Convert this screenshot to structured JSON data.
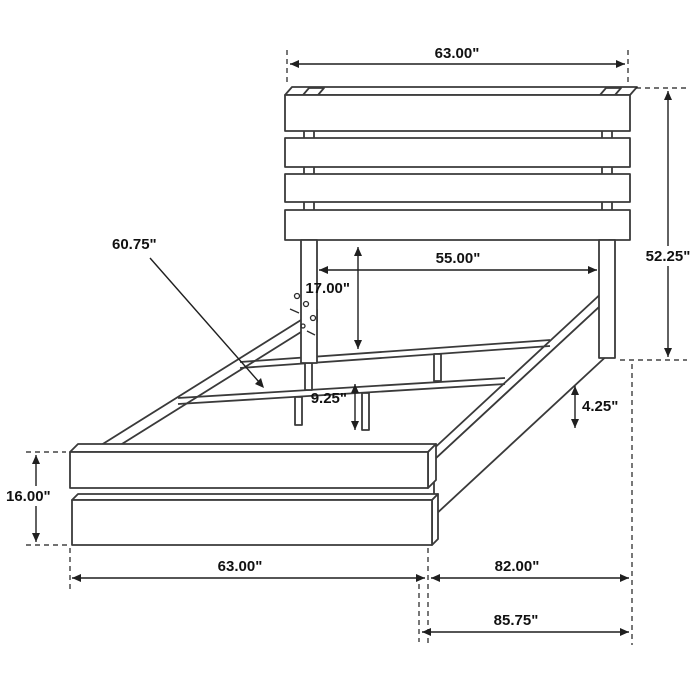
{
  "diagram": {
    "title": "bed-frame-dimension-diagram",
    "colors": {
      "line": "#3a3a3a",
      "dimension": "#1f1f1f",
      "background": "#ffffff"
    },
    "labels": {
      "headboard_width": "63.00\"",
      "headboard_height": "52.25\"",
      "headboard_inner_width": "55.00\"",
      "headboard_to_rail": "17.00\"",
      "side_rail_length": "60.75\"",
      "slat_support_height": "9.25\"",
      "rail_floor_clearance": "4.25\"",
      "footboard_height": "16.00\"",
      "footboard_width": "63.00\"",
      "frame_length": "82.00\"",
      "overall_length": "85.75\""
    }
  }
}
